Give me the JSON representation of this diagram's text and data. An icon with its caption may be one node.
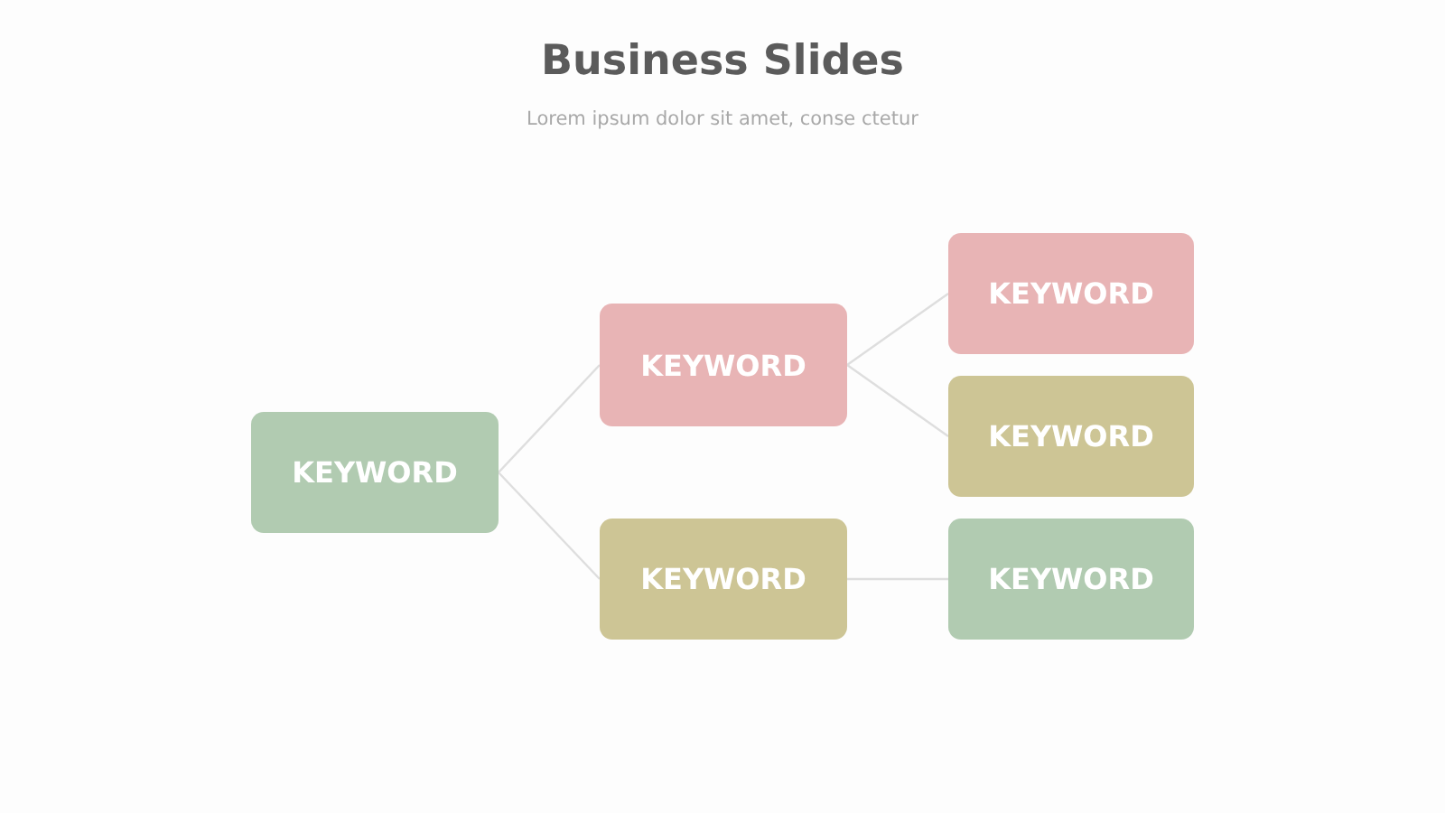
{
  "diagram": {
    "title": "Business Slides",
    "nodes": [
      {
        "text": [
          "KEYWORD"
        ]
      },
      {
        "text": [
          "KEYWORD"
        ]
      },
      {
        "text": [
          "KEYWORD"
        ]
      },
      {
        "text": [
          "KEYWORD"
        ]
      },
      {
        "text": [
          "KEYWORD"
        ]
      },
      {
        "text": [
          "KEYWORD"
        ]
      }
    ],
    "edges": [
      {
        "from": 0,
        "to": 1,
        "arrow": "none"
      },
      {
        "from": 0,
        "to": 2,
        "arrow": "none"
      },
      {
        "from": 1,
        "to": 3,
        "arrow": "none"
      },
      {
        "from": 1,
        "to": 4,
        "arrow": "none"
      },
      {
        "from": 2,
        "to": 5,
        "arrow": "none"
      }
    ],
    "labels": [
      "Lorem ipsum dolor sit amet, conse ctetur"
    ]
  }
}
